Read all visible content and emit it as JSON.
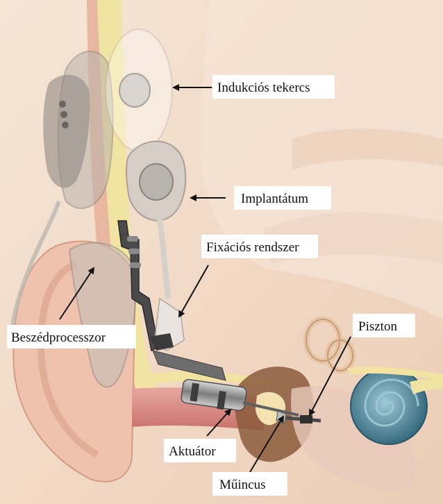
{
  "labels": {
    "induction_coil": "Indukciós tekercs",
    "implant": "Implantátum",
    "fixation_system": "Fixációs rendszer",
    "speech_processor": "Beszédprocesszor",
    "piston": "Piszton",
    "actuator": "Aktuátor",
    "artificial_incus": "Műincus"
  },
  "colors": {
    "skin": "#f3ddc9",
    "label_box": "#ffffff",
    "text": "#111111",
    "cochlea": "#3f7c92",
    "bone": "#8b5a3c",
    "nerve": "#f1e3a2"
  }
}
